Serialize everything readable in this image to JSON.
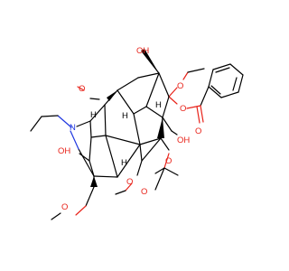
{
  "structure": {
    "atom_labels": {
      "oh_top": "OH",
      "o_methoxy_top_right": "O",
      "o_methoxy_upper_left": "O",
      "o_ester_benzoyl": "O",
      "o_carbonyl_benzoyl": "O",
      "oh_right": "OH",
      "o_ester_acetyl": "O",
      "o_carbonyl_acetyl": "O",
      "n_amine": "N",
      "oh_left": "OH",
      "o_methoxy_mid": "O",
      "o_methoxy_bottom": "O",
      "h_stereo_1": "H",
      "h_stereo_2": "H",
      "h_stereo_3": "H",
      "h_stereo_4": "H"
    },
    "colors": {
      "carbon_bond": "#000000",
      "oxygen": "#e8231a",
      "nitrogen": "#1f37e0",
      "background": "#ffffff"
    }
  }
}
